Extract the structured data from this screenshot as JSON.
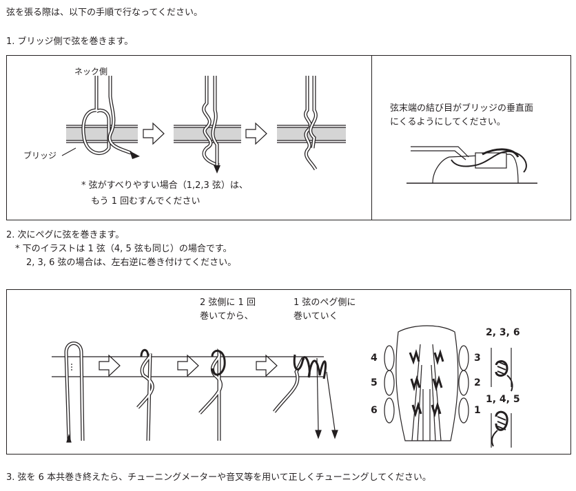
{
  "intro": "弦を張る際は、以下の手順で行なってください。",
  "step1": {
    "heading": "1. ブリッジ側で弦を巻きます。",
    "neck_label": "ネック側",
    "bridge_label": "ブリッジ",
    "note_line1": "* 弦がすべりやすい場合（1,2,3 弦）は、",
    "note_line2": "もう 1 回むすんでください",
    "side_text_line1": "弦末端の結び目がブリッジの垂直面",
    "side_text_line2": "にくるようにしてください。"
  },
  "step2": {
    "heading": "2. 次にペグに弦を巻きます。",
    "note_line1": "* 下のイラストは 1 弦（4, 5 弦も同じ）の場合です。",
    "note_line2": "2, 3, 6 弦の場合は、左右逆に巻き付けてください。",
    "caption_a_line1": "2 弦側に 1 回",
    "caption_a_line2": "巻いてから、",
    "caption_b_line1": "1 弦のペグ側に",
    "caption_b_line2": "巻いていく",
    "headstock_labels": {
      "left": [
        "4",
        "5",
        "6"
      ],
      "right": [
        "3",
        "2",
        "1"
      ]
    },
    "group_label_top": "2, 3, 6",
    "group_label_bottom": "1, 4, 5"
  },
  "step3": {
    "text": "3. 弦を 6 本共巻き終えたら、チューニングメーターや音叉等を用いて正しくチューニングしてください。"
  }
}
